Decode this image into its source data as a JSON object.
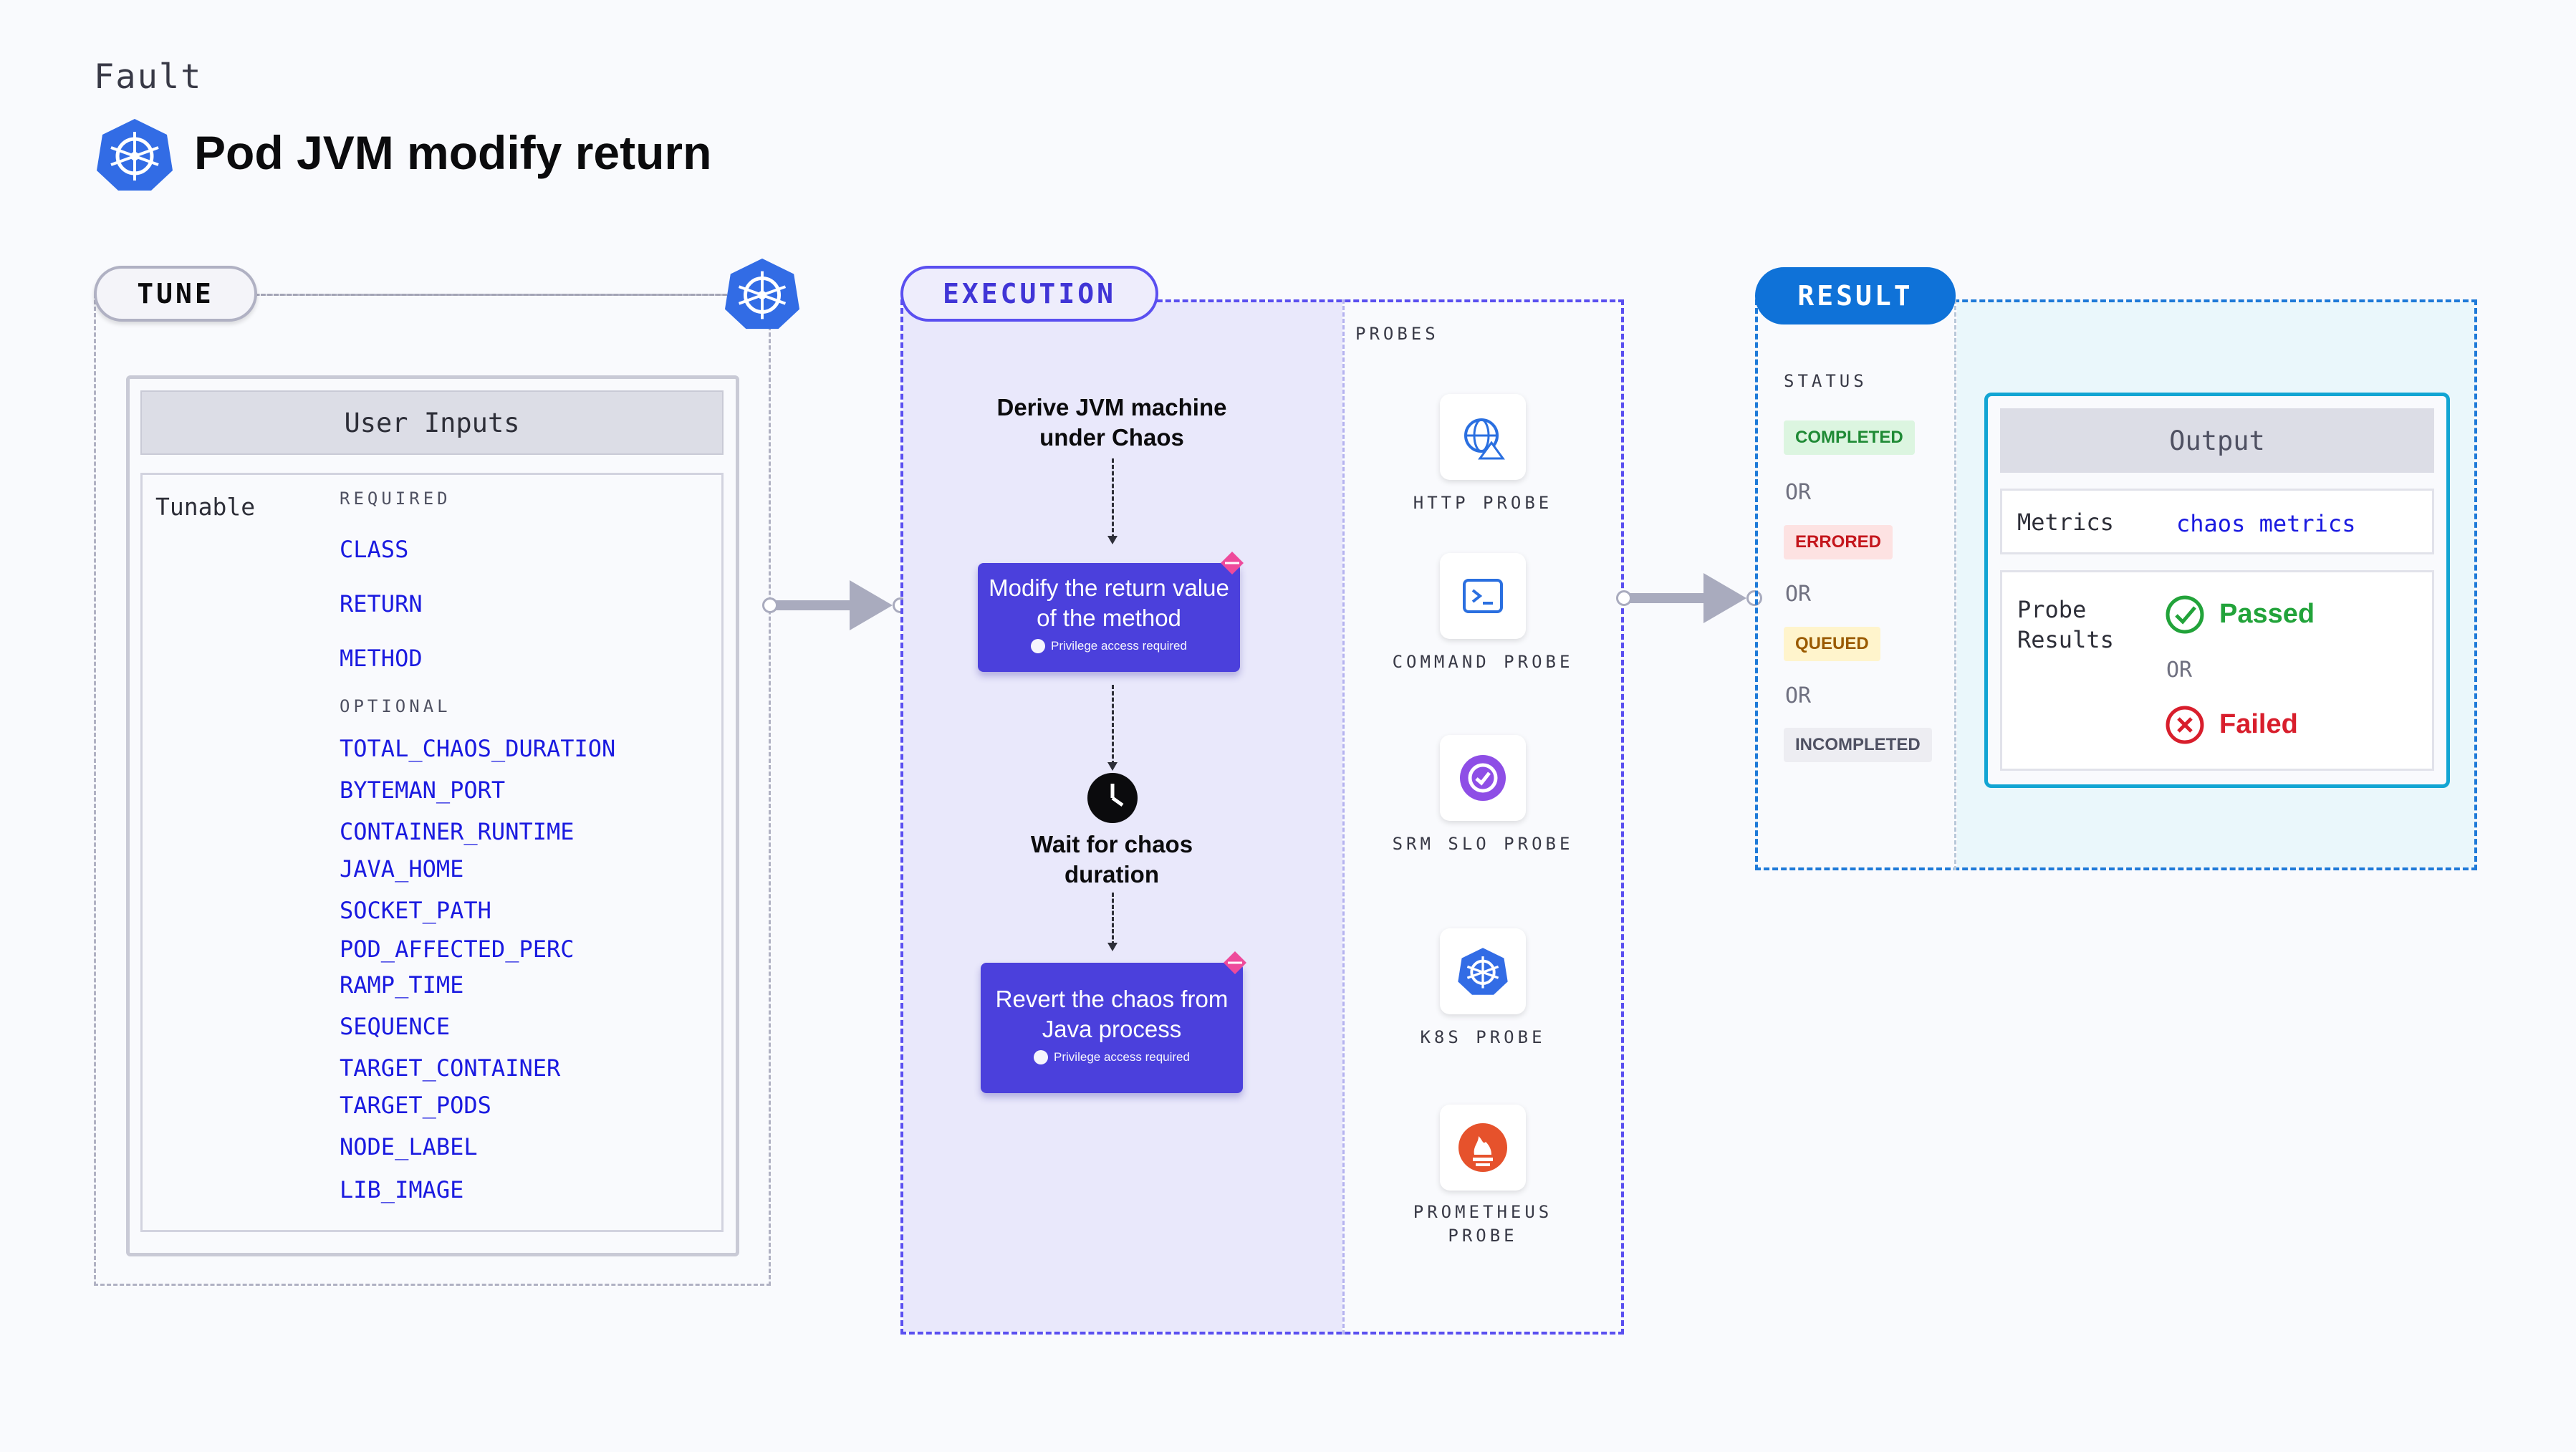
{
  "header": {
    "eyebrow": "Fault",
    "title": "Pod JVM modify return",
    "icon": "kubernetes-icon"
  },
  "tune": {
    "label": "TUNE",
    "card_title": "User Inputs",
    "tunable_label": "Tunable",
    "required_label": "REQUIRED",
    "required": [
      "CLASS",
      "RETURN",
      "METHOD"
    ],
    "optional_label": "OPTIONAL",
    "optional": [
      "TOTAL_CHAOS_DURATION",
      "BYTEMAN_PORT",
      "CONTAINER_RUNTIME",
      "JAVA_HOME",
      "SOCKET_PATH",
      "POD_AFFECTED_PERC",
      "RAMP_TIME",
      "SEQUENCE",
      "TARGET_CONTAINER",
      "TARGET_PODS",
      "NODE_LABEL",
      "LIB_IMAGE"
    ]
  },
  "execution": {
    "label": "EXECUTION",
    "step1": "Derive JVM machine under Chaos",
    "card1": {
      "title": "Modify the return value of the method",
      "sub": "Privilege access required"
    },
    "step2": "Wait for chaos duration",
    "card2": {
      "title": "Revert the chaos from Java process",
      "sub": "Privilege access required"
    },
    "probes_label": "PROBES",
    "probes": [
      "HTTP PROBE",
      "COMMAND PROBE",
      "SRM SLO PROBE",
      "K8S PROBE",
      "PROMETHEUS PROBE"
    ]
  },
  "result": {
    "label": "RESULT",
    "status_label": "STATUS",
    "statuses": [
      "COMPLETED",
      "ERRORED",
      "QUEUED",
      "INCOMPLETED"
    ],
    "or": "OR",
    "output": {
      "title": "Output",
      "metrics_label": "Metrics",
      "metrics_value": "chaos metrics",
      "probe_results_label": "Probe Results",
      "passed": "Passed",
      "failed": "Failed"
    }
  },
  "colors": {
    "execution": "#5a4ff0",
    "result": "#0f72d8",
    "param": "#1a1ae0",
    "passed": "#22a33a",
    "failed": "#d81e2c"
  }
}
